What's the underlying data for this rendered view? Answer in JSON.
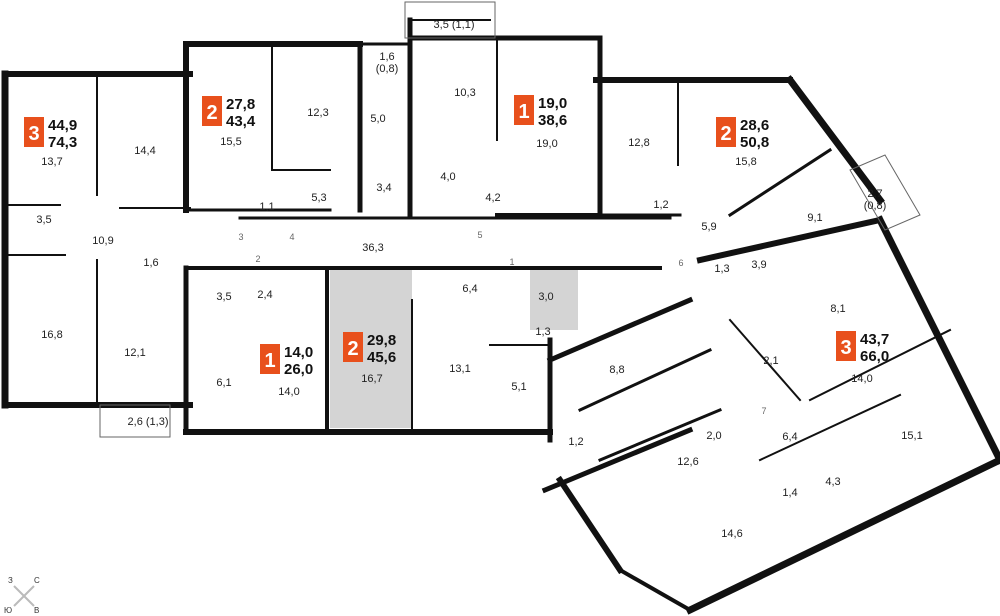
{
  "colors": {
    "accent": "#e8501c",
    "wall": "#111111",
    "highlight": "#d4d4d4"
  },
  "apartments": [
    {
      "rooms": "3",
      "living": "44,9",
      "total": "74,3"
    },
    {
      "rooms": "2",
      "living": "27,8",
      "total": "43,4"
    },
    {
      "rooms": "1",
      "living": "19,0",
      "total": "38,6"
    },
    {
      "rooms": "2",
      "living": "28,6",
      "total": "50,8"
    },
    {
      "rooms": "1",
      "living": "14,0",
      "total": "26,0"
    },
    {
      "rooms": "2",
      "living": "29,8",
      "total": "45,6"
    },
    {
      "rooms": "3",
      "living": "43,7",
      "total": "66,0"
    }
  ],
  "room_areas": [
    "13,7",
    "14,4",
    "3,5",
    "10,9",
    "16,8",
    "1,6",
    "12,1",
    "2,6 (1,3)",
    "15,5",
    "12,3",
    "1,6",
    "(0,8)",
    "5,0",
    "3,5 (1,1)",
    "10,3",
    "19,0",
    "1,1",
    "5,3",
    "3,4",
    "4,0",
    "4,2",
    "36,3",
    "3,5",
    "2,4",
    "6,1",
    "14,0",
    "16,7",
    "6,4",
    "3,0",
    "1,3",
    "13,1",
    "5,1",
    "8,8",
    "1,2",
    "2,0",
    "12,6",
    "12,8",
    "15,8",
    "2,7",
    "(0,8)",
    "1,2",
    "9,1",
    "5,9",
    "3,9",
    "1,3",
    "8,1",
    "2,1",
    "14,0",
    "15,1",
    "6,4",
    "1,4",
    "4,3",
    "14,6"
  ],
  "door_numbers": [
    "1",
    "2",
    "3",
    "4",
    "5",
    "6",
    "7"
  ],
  "compass": {
    "west": "З",
    "north": "С",
    "south": "Ю",
    "east": "В"
  }
}
